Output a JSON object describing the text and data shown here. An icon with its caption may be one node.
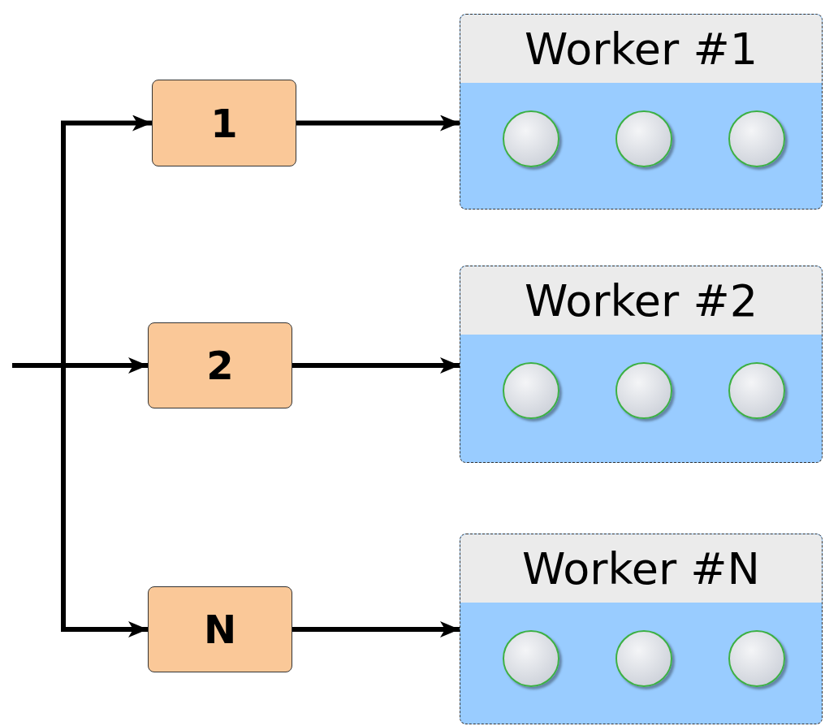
{
  "diagram": {
    "nodes": [
      {
        "text": [
          "1"
        ]
      },
      {
        "text": [
          "2"
        ]
      },
      {
        "text": [
          "N"
        ]
      },
      {
        "text": [
          "Worker #1"
        ]
      },
      {
        "text": [],
        "shape": "circle",
        "in": 3
      },
      {
        "text": [],
        "shape": "circle",
        "in": 3
      },
      {
        "text": [],
        "shape": "circle",
        "in": 3
      },
      {
        "text": [
          "Worker #2"
        ]
      },
      {
        "text": [],
        "shape": "circle",
        "in": 7
      },
      {
        "text": [],
        "shape": "circle",
        "in": 7
      },
      {
        "text": [],
        "shape": "circle",
        "in": 7
      },
      {
        "text": [
          "Worker #N"
        ]
      },
      {
        "text": [],
        "shape": "circle",
        "in": 11
      },
      {
        "text": [],
        "shape": "circle",
        "in": 11
      },
      {
        "text": [],
        "shape": "circle",
        "in": 11
      }
    ],
    "edges": [
      {
        "from": null,
        "to": 0,
        "arrow": "to"
      },
      {
        "from": null,
        "to": 1,
        "arrow": "to"
      },
      {
        "from": null,
        "to": 2,
        "arrow": "to"
      },
      {
        "from": 0,
        "to": 3,
        "arrow": "to"
      },
      {
        "from": 1,
        "to": 7,
        "arrow": "to"
      },
      {
        "from": 2,
        "to": 11,
        "arrow": "to"
      }
    ]
  }
}
